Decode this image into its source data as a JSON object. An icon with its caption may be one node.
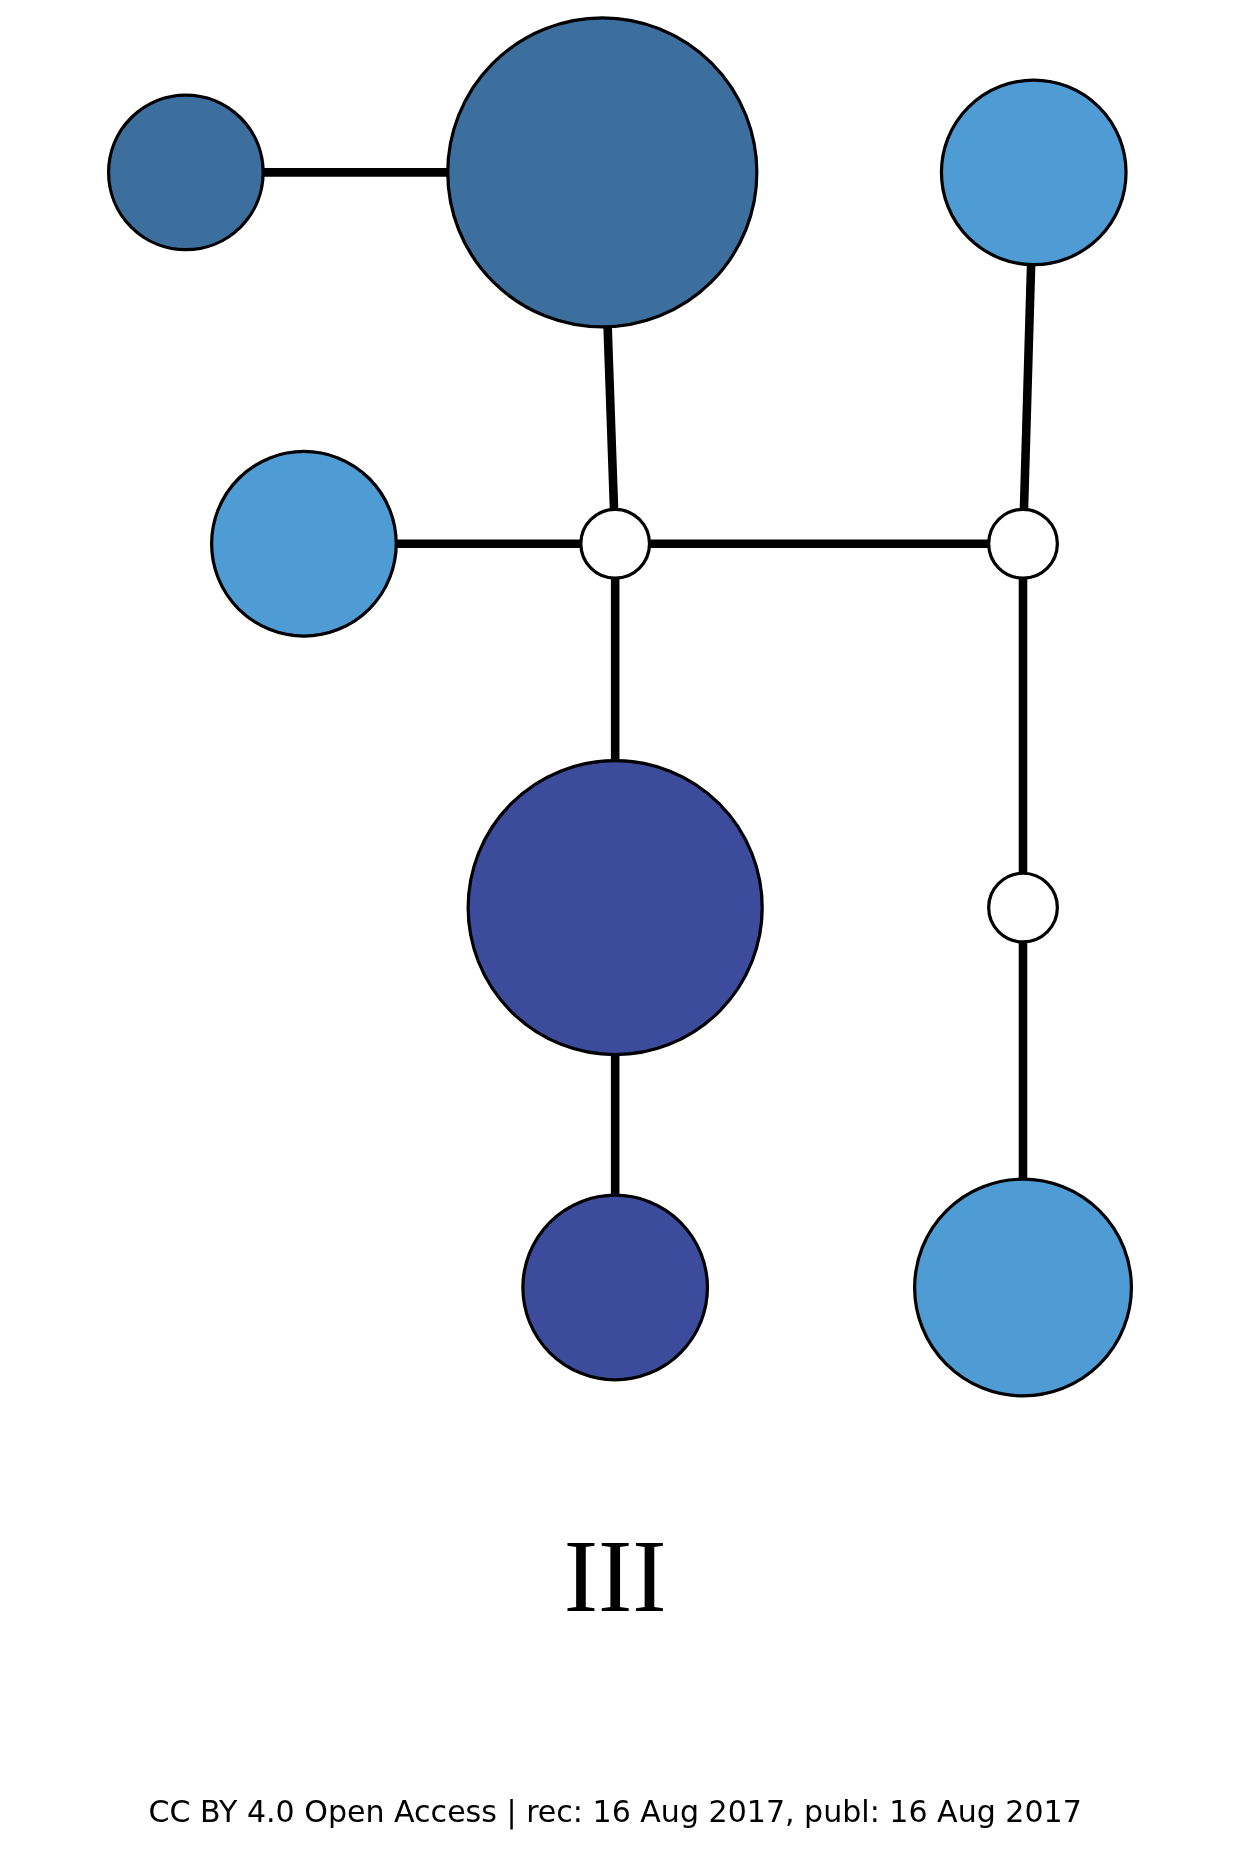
{
  "diagram": {
    "nodes": [
      {
        "text": [],
        "shape": "circle"
      },
      {
        "text": [],
        "shape": "circle"
      },
      {
        "text": [],
        "shape": "circle"
      },
      {
        "text": [],
        "shape": "circle"
      },
      {
        "text": [],
        "shape": "circle"
      },
      {
        "text": [],
        "shape": "circle"
      },
      {
        "text": [],
        "shape": "circle"
      },
      {
        "text": [],
        "shape": "circle"
      },
      {
        "text": [],
        "shape": "circle"
      },
      {
        "text": [],
        "shape": "circle"
      }
    ],
    "edges": [
      {
        "from": 0,
        "to": 1,
        "arrow": "none"
      },
      {
        "from": 1,
        "to": 4,
        "arrow": "none"
      },
      {
        "from": 2,
        "to": 5,
        "arrow": "none"
      },
      {
        "from": 3,
        "to": 4,
        "arrow": "none"
      },
      {
        "from": 4,
        "to": 5,
        "arrow": "none"
      },
      {
        "from": 4,
        "to": 7,
        "arrow": "none"
      },
      {
        "from": 5,
        "to": 6,
        "arrow": "none"
      },
      {
        "from": 6,
        "to": 8,
        "arrow": "none"
      },
      {
        "from": 7,
        "to": 9,
        "arrow": "none"
      }
    ],
    "labels": [
      "III",
      "CC BY 4.0 Open Access | rec: 16 Aug 2017, publ: 16 Aug 2017"
    ]
  }
}
